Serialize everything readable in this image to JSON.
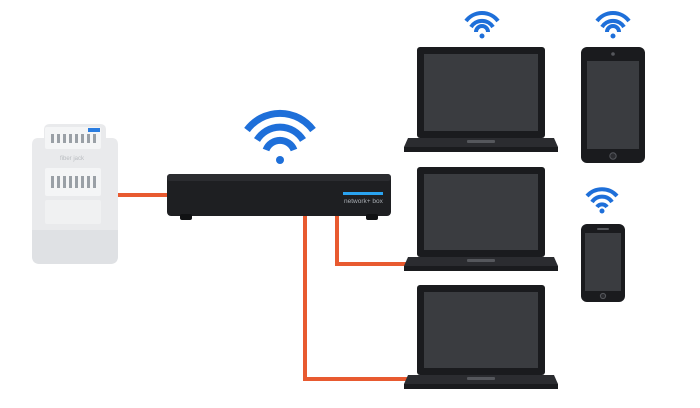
{
  "fiber_jack": {
    "label": "fiber jack",
    "colors": {
      "body": "#e9eaec",
      "shade": "#d2d4d7",
      "accent": "#2a7de1"
    }
  },
  "network_box": {
    "label": "network+ box",
    "colors": {
      "body": "#1e1f22",
      "top": "#2b2c30",
      "accent": "#2aa3f0",
      "label": "#a9adb3"
    }
  },
  "cable_color": "#e85a30",
  "wifi_color": "#1e6fd9",
  "icons": [
    "wifi-icon",
    "laptop-icon",
    "tablet-icon",
    "phone-icon",
    "ethernet-cable"
  ]
}
